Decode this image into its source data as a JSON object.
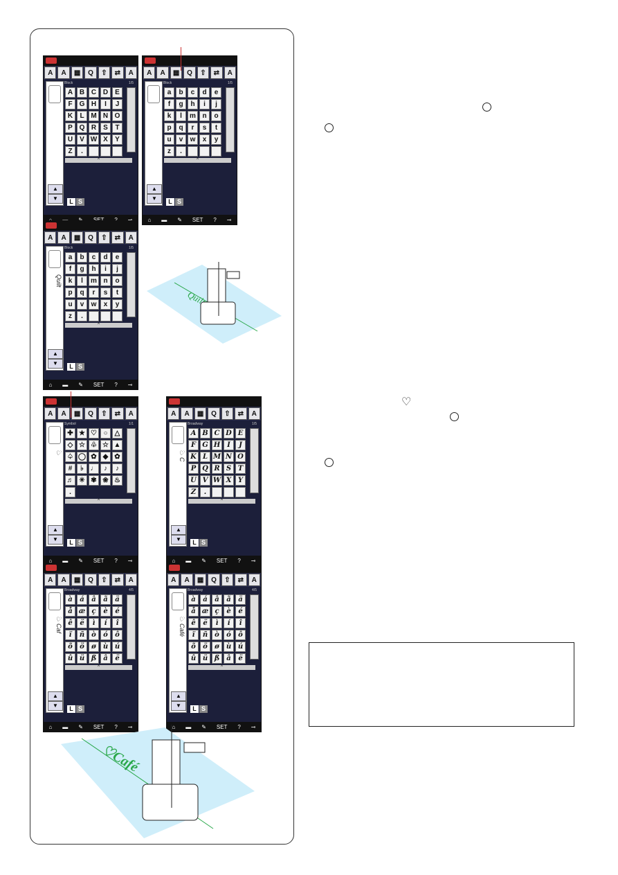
{
  "screens": [
    {
      "id": "s1",
      "font": "Block",
      "page": "1/5",
      "preview": "",
      "keys": [
        "A",
        "B",
        "C",
        "D",
        "E",
        "F",
        "G",
        "H",
        "I",
        "J",
        "K",
        "L",
        "M",
        "N",
        "O",
        "P",
        "Q",
        "R",
        "S",
        "T",
        "U",
        "V",
        "W",
        "X",
        "Y",
        "Z",
        ".",
        "",
        "",
        ""
      ],
      "italic": false
    },
    {
      "id": "s2",
      "font": "Block",
      "page": "1/5",
      "preview": "",
      "keys": [
        "a",
        "b",
        "c",
        "d",
        "e",
        "f",
        "g",
        "h",
        "i",
        "j",
        "k",
        "l",
        "m",
        "n",
        "o",
        "p",
        "q",
        "r",
        "s",
        "t",
        "u",
        "v",
        "w",
        "x",
        "y",
        "z",
        ".",
        "",
        "",
        ""
      ],
      "italic": false
    },
    {
      "id": "s3",
      "font": "Block",
      "page": "1/5",
      "preview": "Quilt",
      "keys": [
        "a",
        "b",
        "c",
        "d",
        "e",
        "f",
        "g",
        "h",
        "i",
        "j",
        "k",
        "l",
        "m",
        "n",
        "o",
        "p",
        "q",
        "r",
        "s",
        "t",
        "u",
        "v",
        "w",
        "x",
        "y",
        "z",
        ".",
        "",
        "",
        ""
      ],
      "italic": false
    },
    {
      "id": "s4",
      "font": "Symbol",
      "page": "1/1",
      "preview": "♡",
      "keys": [
        "✚",
        "★",
        "♡",
        "○",
        "△",
        "◇",
        "☆",
        "♧",
        "☆",
        "▲",
        "♤",
        "◯",
        "✿",
        "◆",
        "✿",
        "#",
        "♭",
        "♩",
        "♪",
        "♪",
        "♬",
        "✳",
        "✾",
        "❀",
        "♨",
        "."
      ],
      "italic": false
    },
    {
      "id": "s5",
      "font": "Broadway",
      "page": "1/5",
      "preview": "♡C",
      "keys": [
        "A",
        "B",
        "C",
        "D",
        "E",
        "F",
        "G",
        "H",
        "I",
        "J",
        "K",
        "L",
        "M",
        "N",
        "O",
        "P",
        "Q",
        "R",
        "S",
        "T",
        "U",
        "V",
        "W",
        "X",
        "Y",
        "Z",
        ".",
        "",
        "",
        ""
      ],
      "italic": true
    },
    {
      "id": "s6",
      "font": "Broadway",
      "page": "4/5",
      "preview": "♡Caf",
      "keys": [
        "à",
        "á",
        "â",
        "ã",
        "ä",
        "å",
        "æ",
        "ç",
        "è",
        "é",
        "ê",
        "ë",
        "ì",
        "í",
        "î",
        "ï",
        "ñ",
        "ò",
        "ó",
        "ô",
        "õ",
        "ö",
        "ø",
        "ù",
        "ú",
        "û",
        "ü",
        "ß",
        "â",
        "ë"
      ],
      "italic": true
    },
    {
      "id": "s7",
      "font": "Broadway",
      "page": "4/5",
      "preview": "♡Café",
      "keys": [
        "à",
        "á",
        "â",
        "ã",
        "ä",
        "å",
        "æ",
        "ç",
        "è",
        "é",
        "ê",
        "ë",
        "ì",
        "í",
        "î",
        "ï",
        "ñ",
        "ò",
        "ó",
        "ô",
        "õ",
        "ö",
        "ø",
        "ù",
        "ú",
        "û",
        "ü",
        "ß",
        "â",
        "ë"
      ],
      "italic": true
    }
  ],
  "toolbar": [
    "A",
    "A",
    "▦",
    "Q",
    "⇧",
    "⇄",
    "A"
  ],
  "ls": {
    "l": "L",
    "s": "S"
  },
  "bottombar": [
    "⌂",
    "▬",
    "✎",
    "SET",
    "?",
    "⊸"
  ],
  "illus": {
    "quilt_text": "Quilt",
    "cafe_text": "♡Café"
  },
  "colors": {
    "screen_bg": "#1c1f3a",
    "stitch_green": "#2aa84a",
    "fabric": "#cfeefa"
  }
}
